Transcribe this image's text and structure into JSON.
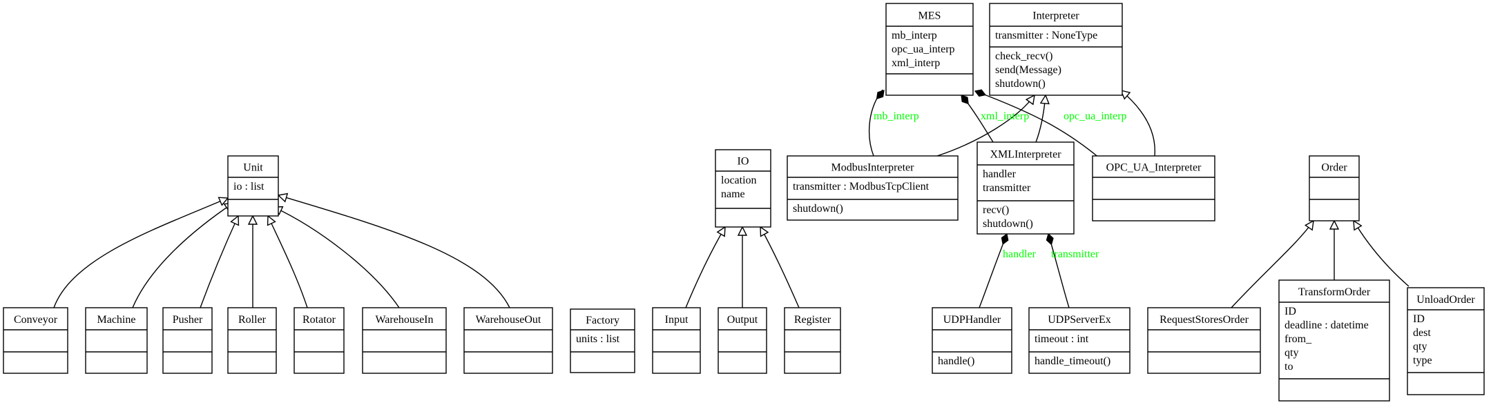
{
  "diagram": {
    "classes": [
      {
        "id": "mes",
        "name": "MES",
        "attributes": [
          "mb_interp",
          "opc_ua_interp",
          "xml_interp"
        ],
        "methods": []
      },
      {
        "id": "interpreter",
        "name": "Interpreter",
        "attributes": [
          "transmitter : NoneType"
        ],
        "methods": [
          "check_recv()",
          "send(Message)",
          "shutdown()"
        ]
      },
      {
        "id": "unit",
        "name": "Unit",
        "attributes": [
          "io : list"
        ],
        "methods": []
      },
      {
        "id": "io",
        "name": "IO",
        "attributes": [
          "location",
          "name"
        ],
        "methods": []
      },
      {
        "id": "modbusinterpreter",
        "name": "ModbusInterpreter",
        "attributes": [
          "transmitter : ModbusTcpClient"
        ],
        "methods": [
          "shutdown()"
        ]
      },
      {
        "id": "xmlinterpreter",
        "name": "XMLInterpreter",
        "attributes": [
          "handler",
          "transmitter"
        ],
        "methods": [
          "recv()",
          "shutdown()"
        ]
      },
      {
        "id": "opc_ua_interpreter",
        "name": "OPC_UA_Interpreter",
        "attributes": [],
        "methods": []
      },
      {
        "id": "order",
        "name": "Order",
        "attributes": [],
        "methods": []
      },
      {
        "id": "conveyor",
        "name": "Conveyor",
        "attributes": [],
        "methods": []
      },
      {
        "id": "machine",
        "name": "Machine",
        "attributes": [],
        "methods": []
      },
      {
        "id": "pusher",
        "name": "Pusher",
        "attributes": [],
        "methods": []
      },
      {
        "id": "roller",
        "name": "Roller",
        "attributes": [],
        "methods": []
      },
      {
        "id": "rotator",
        "name": "Rotator",
        "attributes": [],
        "methods": []
      },
      {
        "id": "warehousein",
        "name": "WarehouseIn",
        "attributes": [],
        "methods": []
      },
      {
        "id": "warehouseout",
        "name": "WarehouseOut",
        "attributes": [],
        "methods": []
      },
      {
        "id": "factory",
        "name": "Factory",
        "attributes": [
          "units : list"
        ],
        "methods": []
      },
      {
        "id": "input",
        "name": "Input",
        "attributes": [],
        "methods": []
      },
      {
        "id": "output",
        "name": "Output",
        "attributes": [],
        "methods": []
      },
      {
        "id": "register",
        "name": "Register",
        "attributes": [],
        "methods": []
      },
      {
        "id": "udphandler",
        "name": "UDPHandler",
        "attributes": [],
        "methods": [
          "handle()"
        ]
      },
      {
        "id": "udpserverex",
        "name": "UDPServerEx",
        "attributes": [
          "timeout : int"
        ],
        "methods": [
          "handle_timeout()"
        ]
      },
      {
        "id": "requeststoresorder",
        "name": "RequestStoresOrder",
        "attributes": [],
        "methods": []
      },
      {
        "id": "transformorder",
        "name": "TransformOrder",
        "attributes": [
          "ID",
          "deadline : datetime",
          "from_",
          "qty",
          "to"
        ],
        "methods": []
      },
      {
        "id": "unloadorder",
        "name": "UnloadOrder",
        "attributes": [
          "ID",
          "dest",
          "qty",
          "type"
        ],
        "methods": []
      }
    ],
    "relationships": [
      {
        "type": "inheritance",
        "from": "conveyor",
        "to": "unit"
      },
      {
        "type": "inheritance",
        "from": "machine",
        "to": "unit"
      },
      {
        "type": "inheritance",
        "from": "pusher",
        "to": "unit"
      },
      {
        "type": "inheritance",
        "from": "roller",
        "to": "unit"
      },
      {
        "type": "inheritance",
        "from": "rotator",
        "to": "unit"
      },
      {
        "type": "inheritance",
        "from": "warehousein",
        "to": "unit"
      },
      {
        "type": "inheritance",
        "from": "warehouseout",
        "to": "unit"
      },
      {
        "type": "inheritance",
        "from": "input",
        "to": "io"
      },
      {
        "type": "inheritance",
        "from": "output",
        "to": "io"
      },
      {
        "type": "inheritance",
        "from": "register",
        "to": "io"
      },
      {
        "type": "inheritance",
        "from": "modbusinterpreter",
        "to": "interpreter"
      },
      {
        "type": "inheritance",
        "from": "xmlinterpreter",
        "to": "interpreter"
      },
      {
        "type": "inheritance",
        "from": "opc_ua_interpreter",
        "to": "interpreter"
      },
      {
        "type": "inheritance",
        "from": "requeststoresorder",
        "to": "order"
      },
      {
        "type": "inheritance",
        "from": "transformorder",
        "to": "order"
      },
      {
        "type": "inheritance",
        "from": "unloadorder",
        "to": "order"
      },
      {
        "type": "composition",
        "from": "modbusinterpreter",
        "to": "mes",
        "label": "mb_interp"
      },
      {
        "type": "composition",
        "from": "xmlinterpreter",
        "to": "mes",
        "label": "xml_interp"
      },
      {
        "type": "composition",
        "from": "opc_ua_interpreter",
        "to": "mes",
        "label": "opc_ua_interp"
      },
      {
        "type": "composition",
        "from": "udphandler",
        "to": "xmlinterpreter",
        "label": "handler"
      },
      {
        "type": "composition",
        "from": "udpserverex",
        "to": "xmlinterpreter",
        "label": "transmitter"
      }
    ]
  }
}
